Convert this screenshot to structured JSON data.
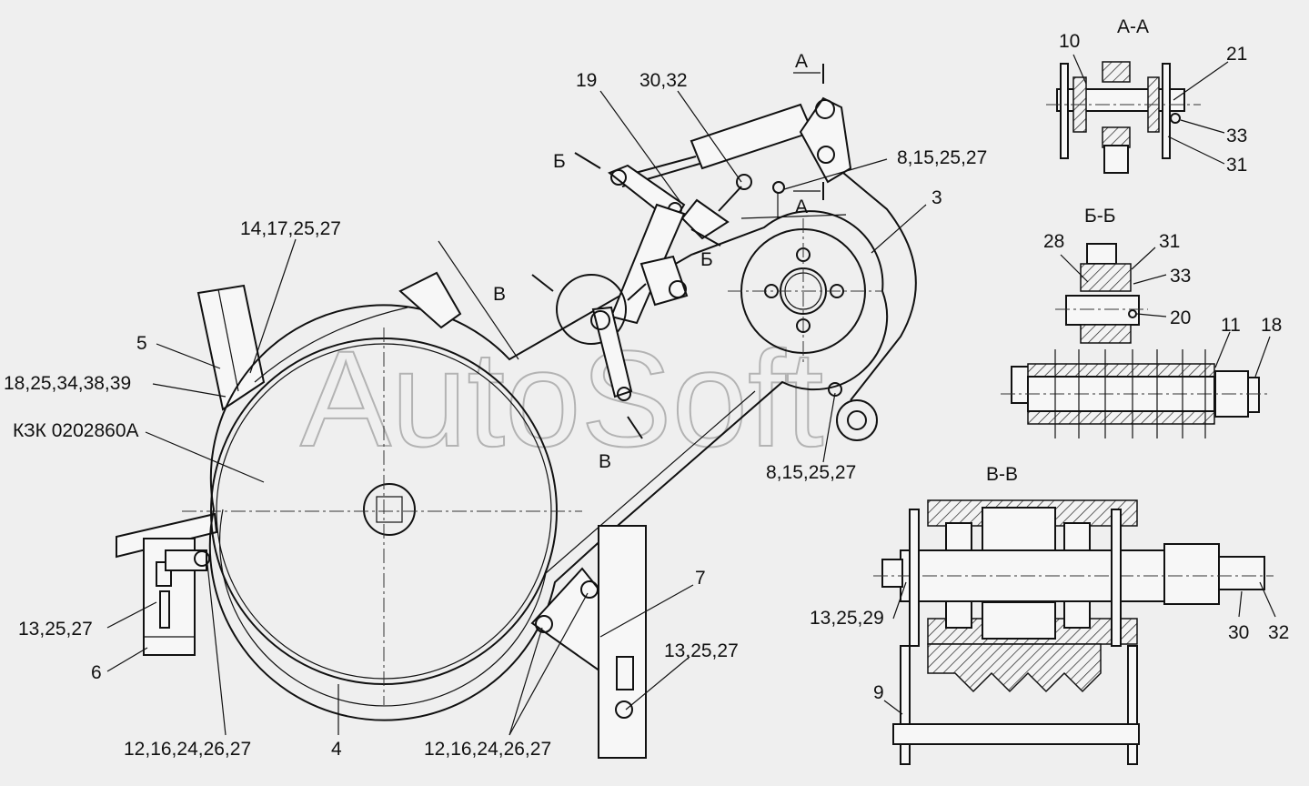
{
  "watermark": "AutoSoft",
  "section_titles": {
    "aa": "А-А",
    "bb": "Б-Б",
    "vv": "В-В"
  },
  "cut_markers": {
    "a_top": "А",
    "a_bottom": "А",
    "b_left": "Б",
    "b_right": "Б",
    "v_left": "В",
    "v_bottom": "В"
  },
  "callouts": {
    "c19": "19",
    "c3032_top": "30,32",
    "c8152527_top": "8,15,25,27",
    "c3": "3",
    "c14172527": "14,17,25,27",
    "c5": "5",
    "c1825343839": "18,25,34,38,39",
    "kzk": "КЗК 0202860А",
    "c132527_left": "13,25,27",
    "c6": "6",
    "c1216242627_left": "12,16,24,26,27",
    "c4": "4",
    "c1216242627_mid": "12,16,24,26,27",
    "c7": "7",
    "c132527_right": "13,25,27",
    "c8152527_bottom": "8,15,25,27",
    "aa_10": "10",
    "aa_21": "21",
    "aa_33": "33",
    "aa_31": "31",
    "bb_28": "28",
    "bb_31": "31",
    "bb_33": "33",
    "bb_20": "20",
    "c11": "11",
    "c18": "18",
    "vv_132529": "13,25,29",
    "vv_30": "30",
    "vv_32": "32",
    "vv_9": "9"
  }
}
